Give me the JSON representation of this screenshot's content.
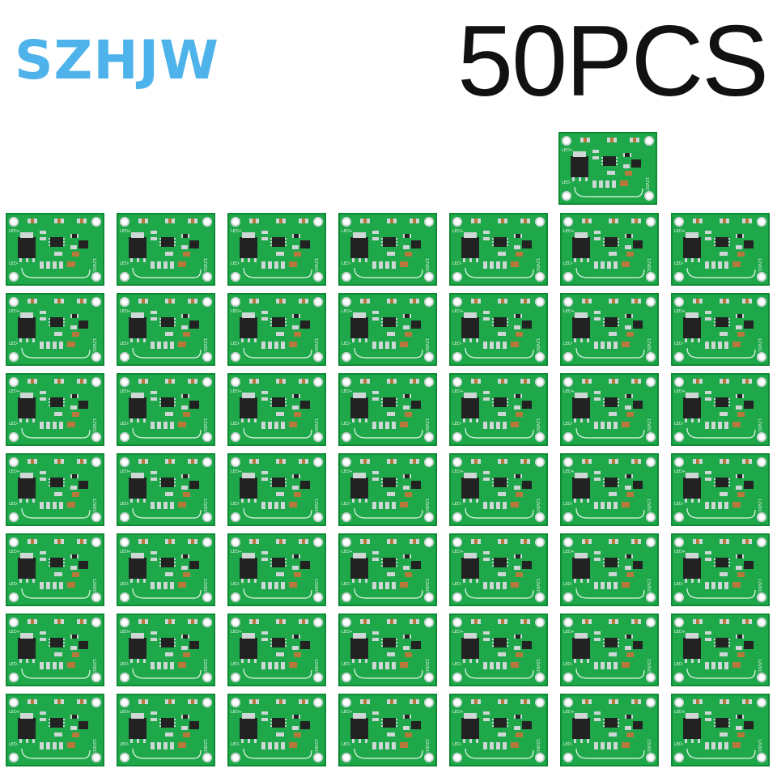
{
  "header": {
    "brand": "SZHJW",
    "quantity": "50PCS"
  },
  "colors": {
    "brand": "#4db3ea",
    "quantity": "#111111",
    "pcb_green": "#1ea84a",
    "pcb_edge": "#0f8a35",
    "silkscreen": "#e9f5ea",
    "pad": "#cfd6d6",
    "chip": "#222222",
    "capacitor": "#b8773b"
  },
  "board": {
    "label_led_plus": "LED+",
    "label_led_minus": "LED-",
    "label_voltage": "12VDC"
  },
  "grid": {
    "rows": 7,
    "columns": 7,
    "extra_boards": 1
  },
  "icons": [
    "pcb-module-icon"
  ]
}
